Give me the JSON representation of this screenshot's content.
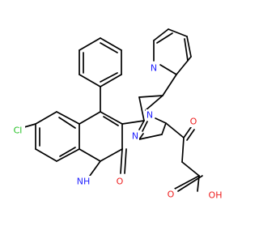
{
  "diagram": {
    "kind": "skeletal-structure",
    "colors": {
      "bond": "#000000",
      "carbon": "#000000",
      "nitrogen": "#1f1fff",
      "oxygen": "#ee1c1c",
      "chlorine": "#1fbf1f"
    },
    "atoms": [
      {
        "id": "Cl",
        "text": "Cl",
        "element": "chlorine"
      },
      {
        "id": "NH",
        "text": "NH",
        "element": "nitrogen"
      },
      {
        "id": "O_ketone_quin",
        "text": "O",
        "element": "oxygen"
      },
      {
        "id": "N_pyrazoline_2",
        "text": "N",
        "element": "nitrogen"
      },
      {
        "id": "N_pyrazoline_1",
        "text": "N",
        "element": "nitrogen"
      },
      {
        "id": "N_pyridine",
        "text": "N",
        "element": "nitrogen"
      },
      {
        "id": "O_amide",
        "text": "O",
        "element": "oxygen"
      },
      {
        "id": "O_acid_dbl",
        "text": "O",
        "element": "oxygen"
      },
      {
        "id": "OH_acid",
        "text": "OH",
        "element": "oxygen"
      }
    ]
  }
}
